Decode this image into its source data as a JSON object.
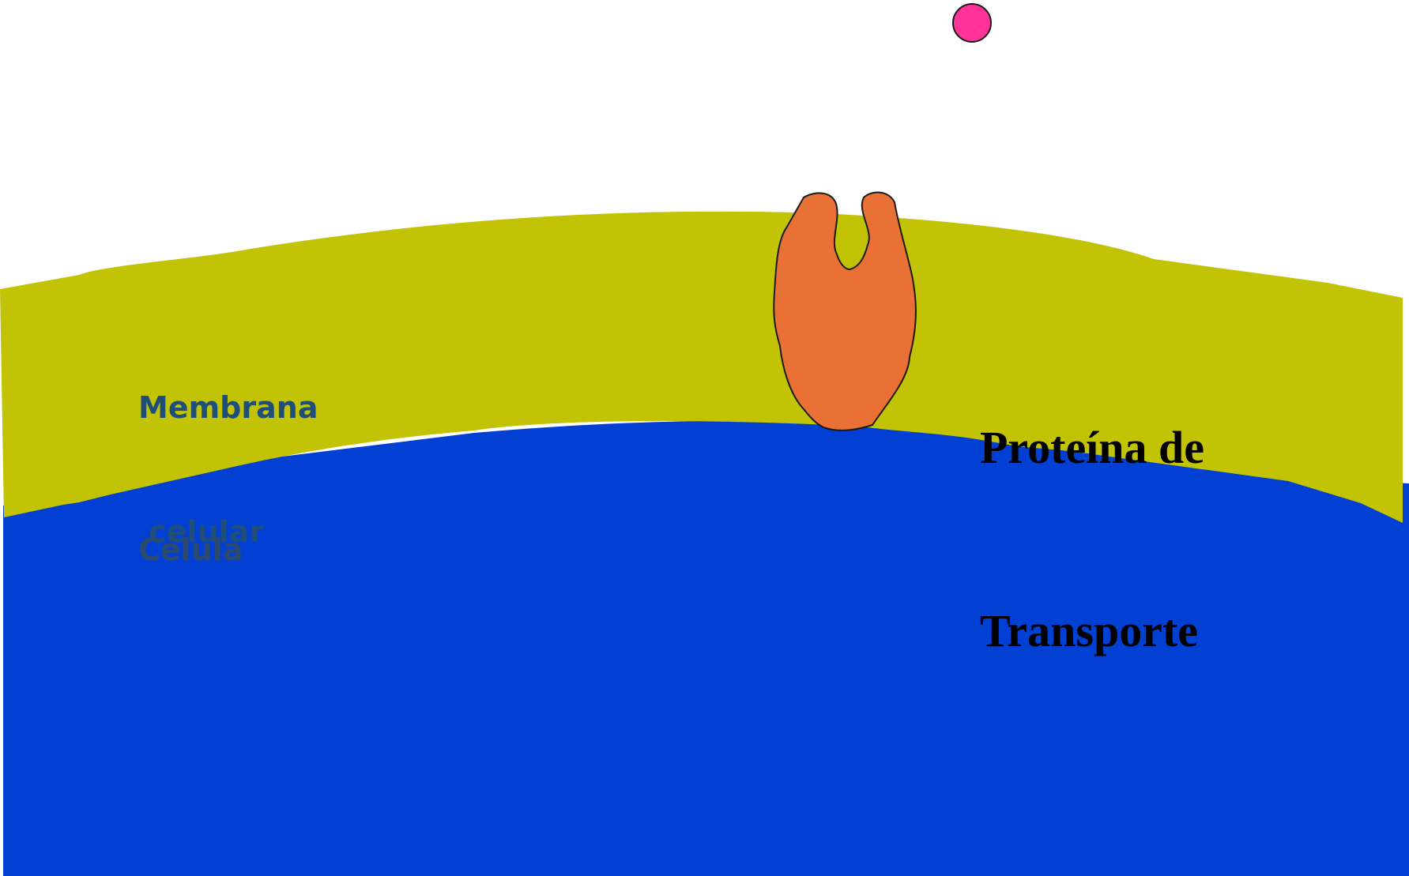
{
  "labels": {
    "membrane_line1": "Membrana",
    "membrane_line2": " celular",
    "cell": "Célula",
    "protein_line1": "Proteína de",
    "protein_line2": "Transporte"
  },
  "colors": {
    "background": "#ffffff",
    "membrane": "#C2C304",
    "cell": "#0240D3",
    "protein": "#EA7136",
    "molecule": "#FF3399",
    "outline": "#1a1a1a"
  }
}
